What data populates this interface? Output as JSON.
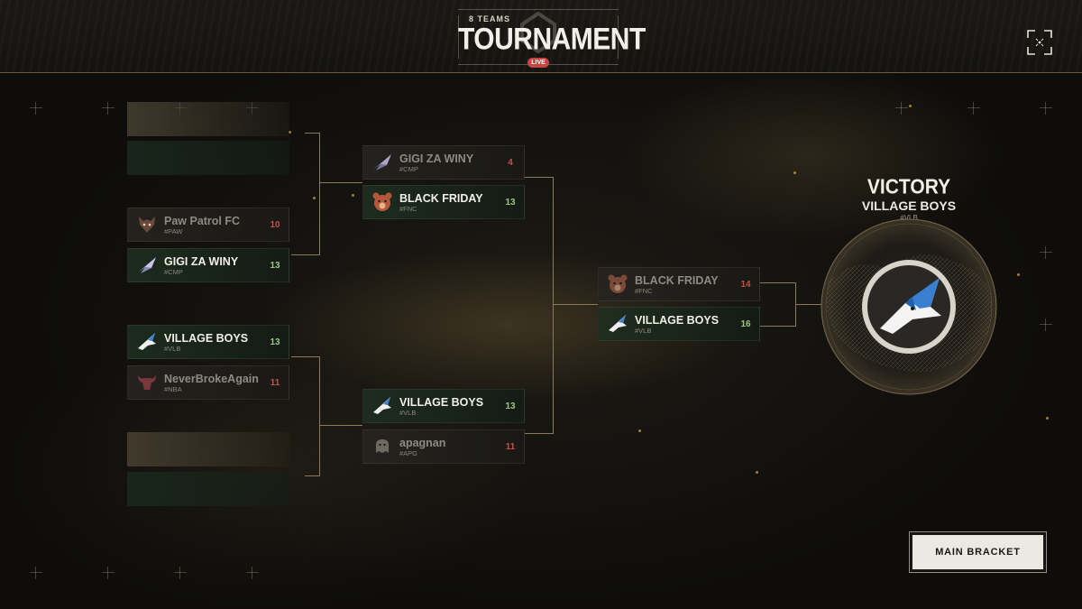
{
  "header": {
    "subtitle": "8 TEAMS",
    "title": "TOURNAMENT",
    "live": "LIVE"
  },
  "bracket": {
    "round1": [
      {
        "top": {
          "name": "",
          "tag": "",
          "score": ""
        },
        "bottom": {
          "name": "",
          "tag": "",
          "score": ""
        }
      },
      {
        "top": {
          "name": "Paw Patrol FC",
          "tag": "#PAW",
          "score": "10"
        },
        "bottom": {
          "name": "GIGI ZA WINY",
          "tag": "#CMP",
          "score": "13"
        }
      },
      {
        "top": {
          "name": "VILLAGE BOYS",
          "tag": "#VLB",
          "score": "13"
        },
        "bottom": {
          "name": "NeverBrokeAgain",
          "tag": "#NBA",
          "score": "11"
        }
      },
      {
        "top": {
          "name": "",
          "tag": "",
          "score": ""
        },
        "bottom": {
          "name": "",
          "tag": "",
          "score": ""
        }
      }
    ],
    "semis": [
      {
        "top": {
          "name": "GIGI ZA WINY",
          "tag": "#CMP",
          "score": "4"
        },
        "bottom": {
          "name": "BLACK FRIDAY",
          "tag": "#FNC",
          "score": "13"
        }
      },
      {
        "top": {
          "name": "VILLAGE BOYS",
          "tag": "#VLB",
          "score": "13"
        },
        "bottom": {
          "name": "apagnan",
          "tag": "#APG",
          "score": "11"
        }
      }
    ],
    "final": {
      "top": {
        "name": "BLACK FRIDAY",
        "tag": "#FNC",
        "score": "14"
      },
      "bottom": {
        "name": "VILLAGE BOYS",
        "tag": "#VLB",
        "score": "16"
      }
    }
  },
  "victory": {
    "title": "VICTORY",
    "team": "VILLAGE BOYS",
    "tag": "#VLB"
  },
  "main_bracket_label": "MAIN BRACKET",
  "colors": {
    "win_score": "#9bc67f",
    "lose_score": "#c45146",
    "live": "#c94343",
    "bracket_line": "#8b7a5a"
  },
  "icons": {
    "wolf": "wolf-logo-icon",
    "fox": "fox-logo-icon",
    "bear": "bear-logo-icon",
    "bull": "bull-logo-icon",
    "arrow": "arrow-logo-icon",
    "ghost": "ghost-logo-icon",
    "expand": "expand-icon"
  }
}
